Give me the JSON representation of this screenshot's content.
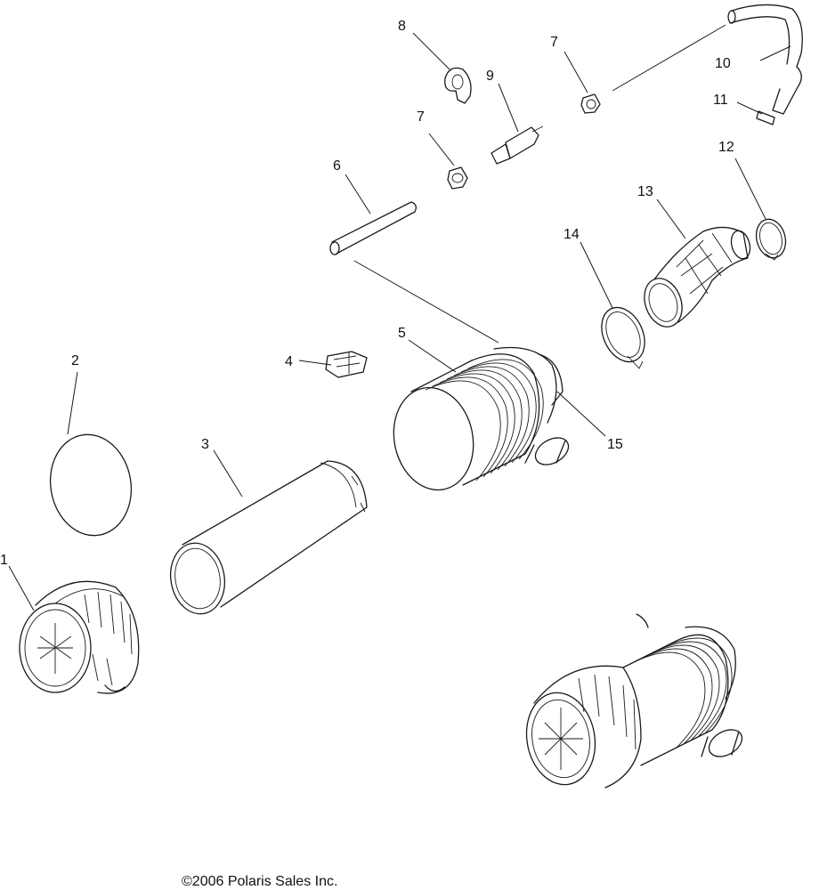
{
  "callouts": [
    {
      "id": "1",
      "text": "1"
    },
    {
      "id": "2",
      "text": "2"
    },
    {
      "id": "3",
      "text": "3"
    },
    {
      "id": "4",
      "text": "4"
    },
    {
      "id": "5",
      "text": "5"
    },
    {
      "id": "6",
      "text": "6"
    },
    {
      "id": "7a",
      "text": "7"
    },
    {
      "id": "7b",
      "text": "7"
    },
    {
      "id": "8",
      "text": "8"
    },
    {
      "id": "9",
      "text": "9"
    },
    {
      "id": "10",
      "text": "10"
    },
    {
      "id": "11",
      "text": "11"
    },
    {
      "id": "12",
      "text": "12"
    },
    {
      "id": "13",
      "text": "13"
    },
    {
      "id": "14",
      "text": "14"
    },
    {
      "id": "15",
      "text": "15"
    }
  ],
  "footer": {
    "copyright": "©2006 Polaris Sales Inc."
  }
}
